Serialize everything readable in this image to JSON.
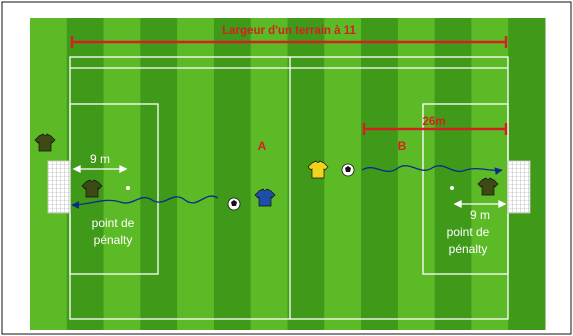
{
  "labels": {
    "width_title": "Largeur d'un terrain à 11",
    "zone_a": "A",
    "zone_b": "B",
    "distance_26m": "26m",
    "distance_9m_left": "9 m",
    "distance_9m_right": "9 m",
    "penalty_left_line1": "point de",
    "penalty_left_line2": "pénalty",
    "penalty_right_line1": "point de",
    "penalty_right_line2": "pénalty"
  },
  "colors": {
    "grass_dark": "#3f9a1a",
    "grass_light": "#5cba27",
    "lines": "#ffffff",
    "measure": "#d42020",
    "text_red": "#d42020",
    "player_blue": "#1e4fa8",
    "player_yellow": "#f2d21a",
    "goalkeeper": "#3e4a14",
    "ball_path": "#0d2a8a"
  }
}
